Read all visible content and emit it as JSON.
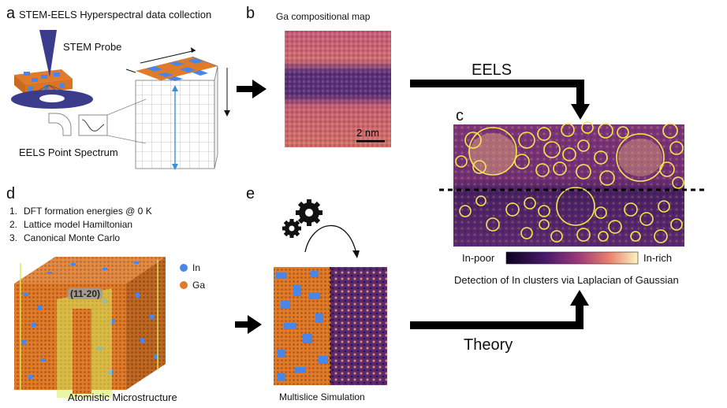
{
  "panels": {
    "a": {
      "letter": "a",
      "title": "STEM-EELS Hyperspectral data collection",
      "probe_label": "STEM Probe",
      "spectrum_label": "EELS Point Spectrum"
    },
    "b": {
      "letter": "b",
      "title": "Ga compositional map",
      "scalebar_label": "2 nm"
    },
    "c": {
      "letter": "c",
      "colorbar_low": "In-poor",
      "colorbar_high": "In-rich",
      "caption": "Detection of In clusters via Laplacian of Gaussian"
    },
    "d": {
      "letter": "d",
      "steps": [
        "DFT formation energies @ 0 K",
        "Lattice model Hamiltonian",
        "Canonical Monte Carlo"
      ],
      "step_numbers": [
        "1.",
        "2.",
        "3."
      ],
      "plane_label": "(11-20)",
      "legend": [
        {
          "label": "In",
          "color": "#4a86e8"
        },
        {
          "label": "Ga",
          "color": "#e07b2a"
        }
      ],
      "caption": "Atomistic Microstructure"
    },
    "e": {
      "letter": "e",
      "caption": "Multislice Simulation"
    }
  },
  "arrows": {
    "eels_label": "EELS",
    "theory_label": "Theory"
  },
  "colors": {
    "in_blue": "#4a86e8",
    "ga_orange": "#e07b2a",
    "circle_yellow": "#f5e94c",
    "scale_dark": "#0d0221",
    "scale_mid": "#7b2a7e",
    "scale_light": "#fcf3c4"
  }
}
